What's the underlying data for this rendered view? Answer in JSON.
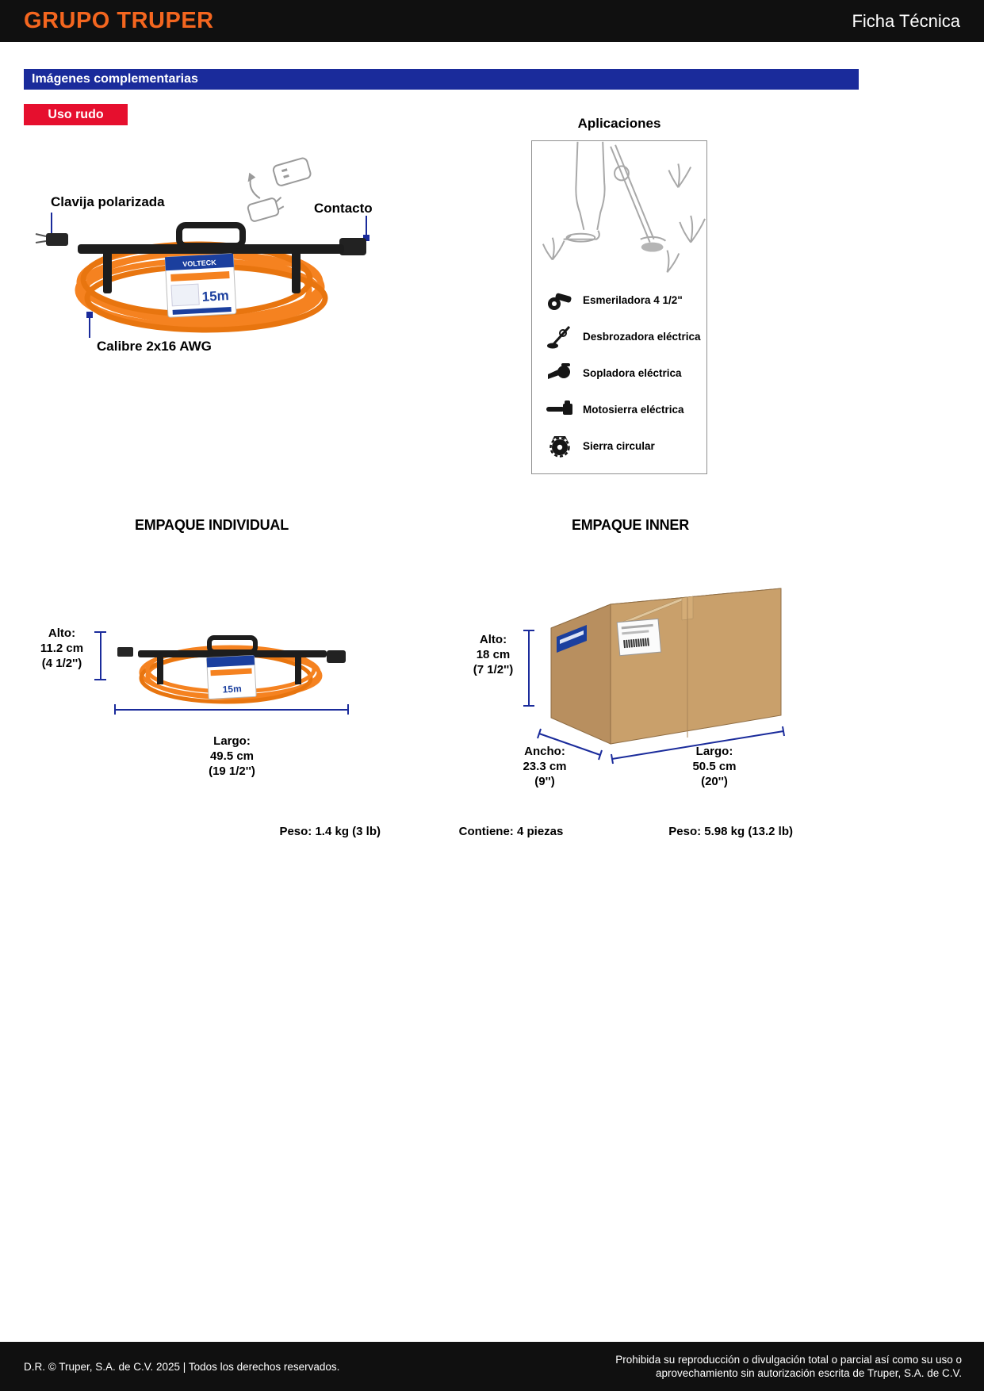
{
  "header": {
    "brand": "GRUPO TRUPER",
    "doc_type": "Ficha Técnica"
  },
  "section_title": "Imágenes complementarias",
  "badge": "Uso rudo",
  "product": {
    "callout_plug": "Clavija polarizada",
    "callout_contact": "Contacto",
    "callout_gauge": "Calibre 2x16 AWG",
    "label_brand": "VOLTECK",
    "label_length": "15m"
  },
  "aplicaciones": {
    "title": "Aplicaciones",
    "items": [
      {
        "icon": "angle-grinder-icon",
        "label": "Esmeriladora 4 1/2\""
      },
      {
        "icon": "brushcutter-icon",
        "label": "Desbrozadora eléctrica"
      },
      {
        "icon": "blower-icon",
        "label": "Sopladora eléctrica"
      },
      {
        "icon": "chainsaw-icon",
        "label": "Motosierra eléctrica"
      },
      {
        "icon": "circular-saw-icon",
        "label": "Sierra circular"
      }
    ]
  },
  "empaque_individual": {
    "title": "EMPAQUE INDIVIDUAL",
    "alto_label": "Alto:",
    "alto_value": "11.2 cm",
    "alto_imperial": "(4 1/2'')",
    "largo_label": "Largo:",
    "largo_value": "49.5 cm",
    "largo_imperial": "(19 1/2'')",
    "peso_label": "Peso:",
    "peso_value": "1.4 kg (3 lb)"
  },
  "empaque_inner": {
    "title": "EMPAQUE INNER",
    "alto_label": "Alto:",
    "alto_value": "18 cm",
    "alto_imperial": "(7 1/2'')",
    "ancho_label": "Ancho:",
    "ancho_value": "23.3 cm",
    "ancho_imperial": "(9'')",
    "largo_label": "Largo:",
    "largo_value": "50.5 cm",
    "largo_imperial": "(20'')",
    "contiene_label": "Contiene:",
    "contiene_value": "4 piezas",
    "peso_label": "Peso:",
    "peso_value": "5.98 kg (13.2 lb)"
  },
  "footer": {
    "left": "D.R. © Truper, S.A. de C.V. 2025 | Todos los derechos reservados.",
    "right": "Prohibida su reproducción o divulgación total o parcial así como su uso o aprovechamiento sin autorización escrita de Truper, S.A. de C.V."
  },
  "colors": {
    "navy": "#1a2b9b",
    "orange": "#f4661f",
    "red": "#e60f2e",
    "cable": "#f58220"
  }
}
